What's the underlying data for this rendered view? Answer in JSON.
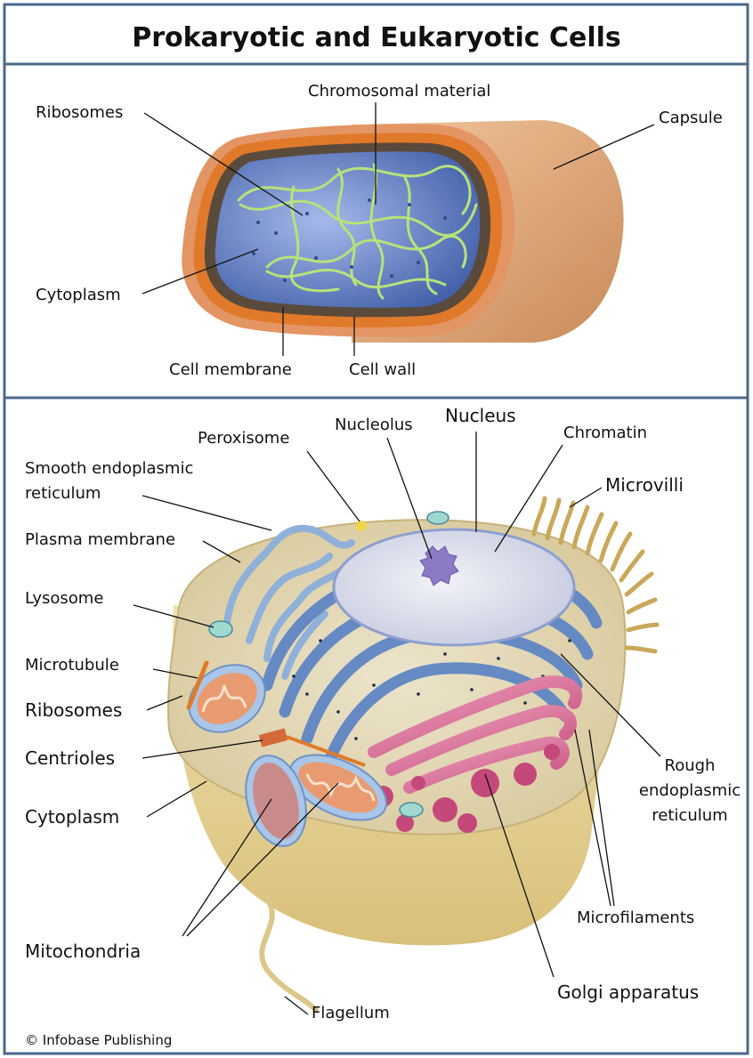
{
  "title": "Prokaryotic and Eukaryotic Cells",
  "prokaryotic": {
    "labels": {
      "ribosomes": "Ribosomes",
      "chromosomal_material": "Chromosomal material",
      "capsule": "Capsule",
      "cytoplasm": "Cytoplasm",
      "cell_membrane": "Cell membrane",
      "cell_wall": "Cell wall"
    }
  },
  "eukaryotic": {
    "labels": {
      "peroxisome": "Peroxisome",
      "nucleolus": "Nucleolus",
      "nucleus": "Nucleus",
      "chromatin": "Chromatin",
      "smooth_er_line1": "Smooth endoplasmic",
      "smooth_er_line2": "reticulum",
      "microvilli": "Microvilli",
      "plasma_membrane": "Plasma membrane",
      "lysosome": "Lysosome",
      "microtubule": "Microtubule",
      "ribosomes": "Ribosomes",
      "centrioles": "Centrioles",
      "cytoplasm": "Cytoplasm",
      "rough_er_line1": "Rough",
      "rough_er_line2": "endoplasmic",
      "rough_er_line3": "reticulum",
      "microfilaments": "Microfilaments",
      "mitochondria": "Mitochondria",
      "golgi_apparatus": "Golgi apparatus",
      "flagellum": "Flagellum"
    }
  },
  "credit": "© Infobase Publishing",
  "colors": {
    "frame": "#4a6a8c",
    "capsule": "#d9a077",
    "cell_wall": "#e07a2a",
    "cytoplasm_blue": "#5f7fc9",
    "dna_green": "#b8e27a",
    "cell_body": "#e6d49a",
    "nucleus": "#e4e6f2",
    "rough_er": "#5f86c4",
    "golgi": "#d8608a",
    "mitochondria": "#e89b70"
  }
}
